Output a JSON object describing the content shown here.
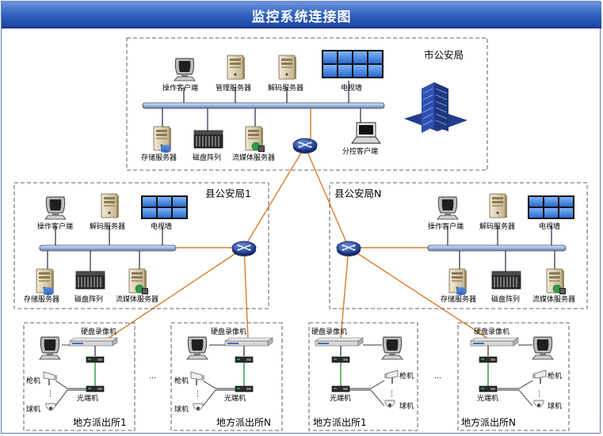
{
  "title": "监控系统连接图",
  "city": {
    "name": "市公安局",
    "devices": {
      "operator_client": "操作客户端",
      "mgmt_server": "管理服务器",
      "decode_server": "解码服务器",
      "tv_wall": "电视墙",
      "storage_server": "存储服务器",
      "disk_array": "磁盘阵列",
      "stream_server": "流媒体服务器",
      "branch_client": "分控客户端"
    }
  },
  "county1": {
    "name": "县公安局1",
    "devices": {
      "operator_client": "操作客户端",
      "decode_server": "解码服务器",
      "tv_wall": "电视墙",
      "storage_server": "存储服务器",
      "disk_array": "磁盘阵列",
      "stream_server": "流媒体服务器"
    }
  },
  "countyN": {
    "name": "县公安局N",
    "devices": {
      "operator_client": "操作客户端",
      "decode_server": "解码服务器",
      "tv_wall": "电视墙",
      "storage_server": "存储服务器",
      "disk_array": "磁盘阵列",
      "stream_server": "流媒体服务器"
    }
  },
  "stations": [
    {
      "name": "地方派出所1",
      "dvr": "硬盘录像机",
      "gun_cam": "枪机",
      "dome_cam": "球机",
      "optical": "光端机",
      "dots": "⋮"
    },
    {
      "name": "地方派出所N",
      "dvr": "硬盘录像机",
      "gun_cam": "枪机",
      "dome_cam": "球机",
      "optical": "光端机",
      "dots": "⋮"
    },
    {
      "name": "地方派出所1",
      "dvr": "硬盘录像机",
      "gun_cam": "枪机",
      "dome_cam": "球机",
      "optical": "光端机",
      "dots": "⋮"
    },
    {
      "name": "地方派出所N",
      "dvr": "硬盘录像机",
      "gun_cam": "枪机",
      "dome_cam": "球机",
      "optical": "光端机",
      "dots": "⋮"
    }
  ],
  "ellipsis": "…",
  "router_label": "router",
  "colors": {
    "title_bar": "#2f5fbf",
    "link": "#e07a28",
    "fiber": "#2c9a3c",
    "bus": "#9fb3d6"
  }
}
